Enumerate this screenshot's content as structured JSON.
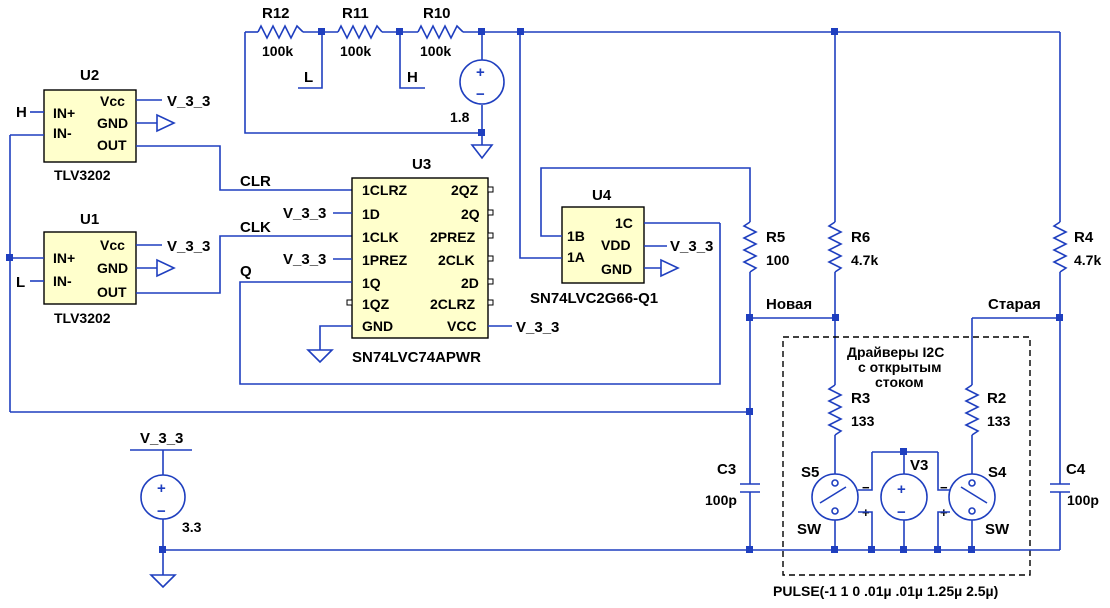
{
  "components": {
    "U1": {
      "ref": "U1",
      "part": "TLV3202",
      "pins": [
        "IN+",
        "IN-",
        "Vcc",
        "GND",
        "OUT"
      ]
    },
    "U2": {
      "ref": "U2",
      "part": "TLV3202",
      "pins": [
        "IN+",
        "IN-",
        "Vcc",
        "GND",
        "OUT"
      ]
    },
    "U3": {
      "ref": "U3",
      "part": "SN74LVC74APWR",
      "left_pins": [
        "1CLRZ",
        "1D",
        "1CLK",
        "1PREZ",
        "1Q",
        "1QZ",
        "GND"
      ],
      "right_pins": [
        "2QZ",
        "2Q",
        "2PREZ",
        "2CLK",
        "2D",
        "2CLRZ",
        "VCC"
      ]
    },
    "U4": {
      "ref": "U4",
      "part": "SN74LVC2G66-Q1",
      "pins": [
        "1B",
        "1A",
        "1C",
        "VDD",
        "GND"
      ]
    },
    "R10": {
      "ref": "R10",
      "value": "100k"
    },
    "R11": {
      "ref": "R11",
      "value": "100k"
    },
    "R12": {
      "ref": "R12",
      "value": "100k"
    },
    "R2": {
      "ref": "R2",
      "value": "133"
    },
    "R3": {
      "ref": "R3",
      "value": "133"
    },
    "R4": {
      "ref": "R4",
      "value": "4.7k"
    },
    "R5": {
      "ref": "R5",
      "value": "100"
    },
    "R6": {
      "ref": "R6",
      "value": "4.7k"
    },
    "C3": {
      "ref": "C3",
      "value": "100p"
    },
    "C4": {
      "ref": "C4",
      "value": "100p"
    },
    "S4": {
      "ref": "S4",
      "model": "SW"
    },
    "S5": {
      "ref": "S5",
      "model": "SW"
    },
    "V3": {
      "ref": "V3",
      "value": "PULSE(-1 1 0 .01µ .01µ 1.25µ 2.5µ)"
    },
    "V_ref": {
      "value": "1.8"
    },
    "V_supply": {
      "value": "3.3"
    }
  },
  "nets": {
    "supply": "V_3_3",
    "H": "H",
    "L": "L",
    "CLR": "CLR",
    "CLK": "CLK",
    "Q": "Q",
    "new": "Новая",
    "old": "Старая"
  },
  "annotations": {
    "drivers_line1": "Драйверы I2C",
    "drivers_line2": "с открытым",
    "drivers_line3": "стоком"
  },
  "symbols": {
    "plus": "+",
    "minus": "−",
    "plus_small": "+",
    "minus_small": "−"
  }
}
